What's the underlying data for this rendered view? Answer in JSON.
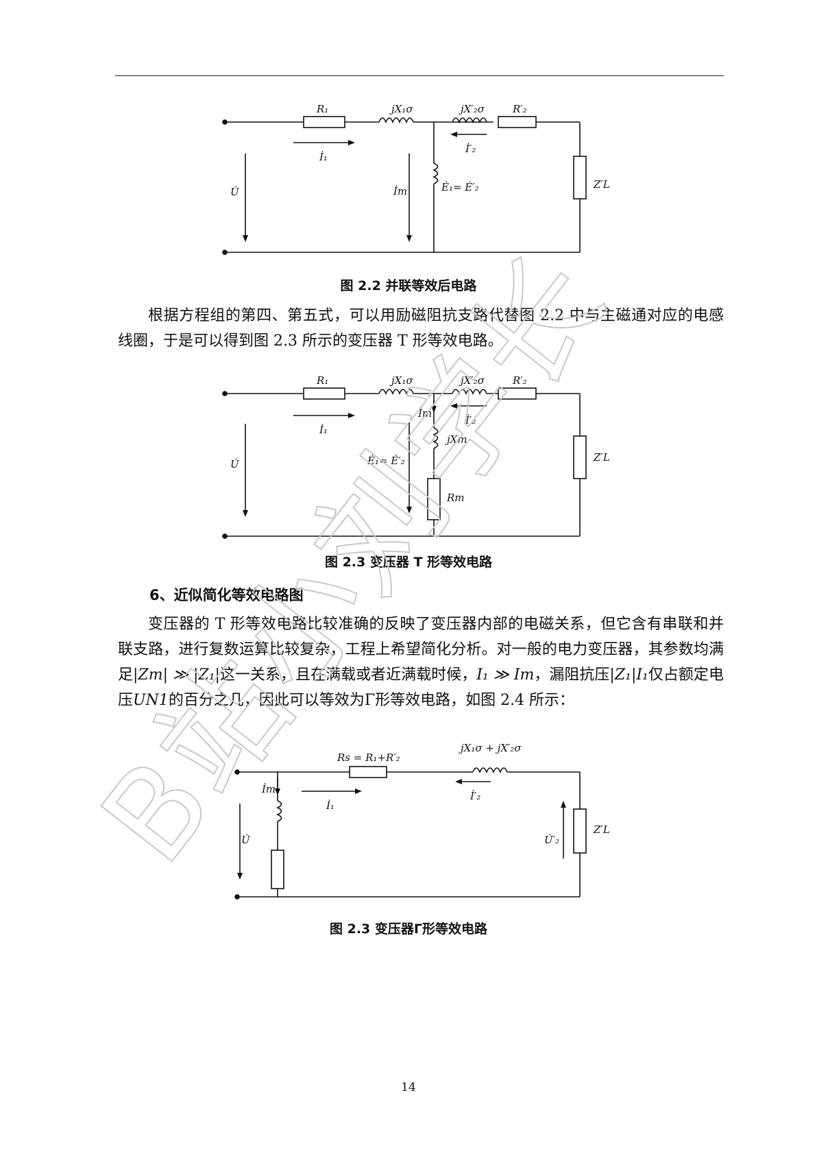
{
  "figures": [
    {
      "caption": "图 2.2  并联等效后电路",
      "labels": {
        "r1": "R₁",
        "x1": "jX₁σ",
        "x2": "jX′₂σ",
        "r2": "R′₂",
        "i1": "İ₁",
        "i2": "İ′₂",
        "im": "İm",
        "e": "Ė₁= Ė′₂",
        "u": "U̇",
        "zl": "Z′L"
      }
    },
    {
      "caption": "图 2.3  变压器 T 形等效电路",
      "labels": {
        "r1": "R₁",
        "x1": "jX₁σ",
        "x2": "jX′₂σ",
        "r2": "R′₂",
        "i1": "İ₁",
        "i2": "İ′₂",
        "im": "İm",
        "xm": "jXm",
        "e": "Ė₁= Ė′₂",
        "rm": "Rm",
        "u": "U̇",
        "zl": "Z′L"
      }
    },
    {
      "caption": "图 2.3  变压器Γ形等效电路",
      "labels": {
        "rs": "Rs = R₁+R′₂",
        "x": "jX₁σ + jX′₂σ",
        "im": "İm",
        "i1": "İ₁",
        "i2": "İ′₂",
        "u": "U̇",
        "u2": "U̇′₂",
        "zl": "Z′L"
      }
    }
  ],
  "paragraphs": {
    "p1": "根据方程组的第四、第五式，可以用励磁阻抗支路代替图 2.2 中与主磁通对应的电感线圈，于是可以得到图 2.3 所示的变压器 T 形等效电路。",
    "heading": "6、近似简化等效电路图",
    "p2a": "变压器的  T  形等效电路比较准确的反映了变压器内部的电磁关系，但它含有串联和并联支路，进行复数运算比较复杂，工程上希望简化分析。对一般的电力变压器，其参数均满足",
    "m1": "|Zm| ≫ |Z₁|",
    "p2b": "这一关系，且在满载或者近满载时候，",
    "m2": "I₁ ≫ Im",
    "p2c": "，漏阻抗压",
    "m3": "|Z₁|I₁",
    "p2d": "仅占额定电压",
    "m4": "UN1",
    "p2e": "的百分之几，因此可以等效为Γ形等效电路，如图 2.4 所示："
  },
  "watermark": "B站小刘学长",
  "page_number": "14"
}
